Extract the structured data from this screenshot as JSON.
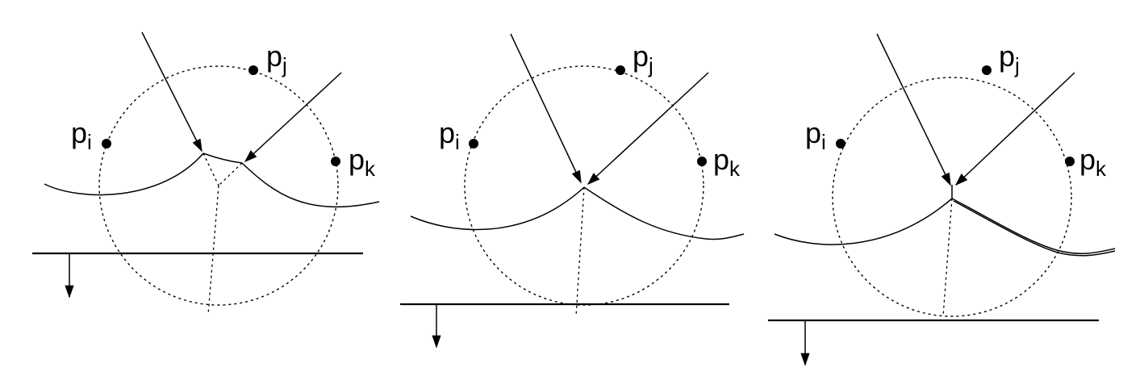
{
  "panels": [
    {
      "labels": {
        "pi": {
          "base": "p",
          "sub": "i"
        },
        "pj": {
          "base": "p",
          "sub": "j"
        },
        "pk": {
          "base": "p",
          "sub": "k"
        }
      }
    },
    {
      "labels": {
        "pi": {
          "base": "p",
          "sub": "i"
        },
        "pj": {
          "base": "p",
          "sub": "j"
        },
        "pk": {
          "base": "p",
          "sub": "k"
        }
      }
    },
    {
      "labels": {
        "pi": {
          "base": "p",
          "sub": "i"
        },
        "pj": {
          "base": "p",
          "sub": "j"
        },
        "pk": {
          "base": "p",
          "sub": "k"
        }
      }
    }
  ],
  "colors": {
    "ink": "#000000",
    "background": "#ffffff"
  }
}
